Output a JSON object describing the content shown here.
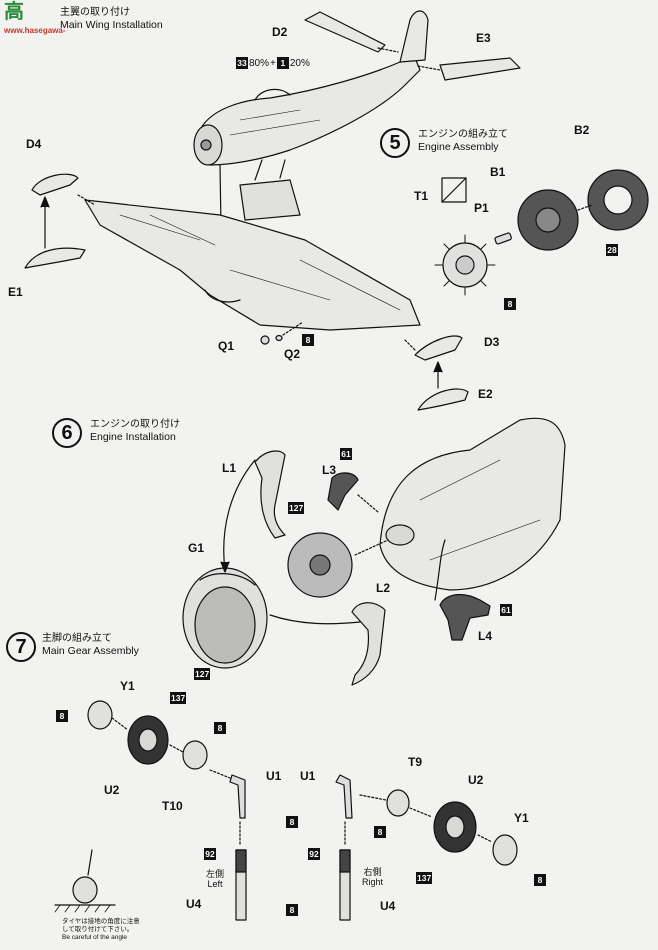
{
  "watermark": {
    "logo_text": "高",
    "site": "www.hasegawa-"
  },
  "step4": {
    "title_jp": "主翼の取り付け",
    "title_en": "Main Wing Installation"
  },
  "paint_mix": {
    "code_a": "33",
    "pct_a": "80%",
    "plus": "+",
    "code_b": "1",
    "pct_b": "20%"
  },
  "step5": {
    "number": "5",
    "title_jp": "エンジンの組み立て",
    "title_en": "Engine Assembly"
  },
  "step6": {
    "number": "6",
    "title_jp": "エンジンの取り付け",
    "title_en": "Engine Installation"
  },
  "step7": {
    "number": "7",
    "title_jp": "主脚の組み立て",
    "title_en": "Main Gear Assembly"
  },
  "parts": {
    "D2": "D2",
    "E3": "E3",
    "D4": "D4",
    "E1": "E1",
    "Q1": "Q1",
    "Q2": "Q2",
    "D3": "D3",
    "E2": "E2",
    "B1": "B1",
    "B2": "B2",
    "T1": "T1",
    "P1": "P1",
    "L1": "L1",
    "L3": "L3",
    "G1": "G1",
    "L2": "L2",
    "L4": "L4",
    "Y1a": "Y1",
    "U2a": "U2",
    "T10": "T10",
    "U1a": "U1",
    "U1b": "U1",
    "T9": "T9",
    "U2b": "U2",
    "Y1b": "Y1",
    "U4a": "U4",
    "U4b": "U4"
  },
  "paint_codes": {
    "q2": "8",
    "b1": "28",
    "t1": "8",
    "l1": "127",
    "l3": "61",
    "g1": "127",
    "l4": "61",
    "y1a": "8",
    "u2a": "137",
    "t10": "8",
    "u1a": "8",
    "u1b": "8",
    "t9": "8",
    "u2b": "137",
    "y1b": "8",
    "u4left": "92",
    "u4right": "92",
    "u4mid": "8"
  },
  "labels": {
    "left_jp": "左側",
    "left_en": "Left",
    "right_jp": "右側",
    "right_en": "Right"
  },
  "caution": {
    "line1": "タイヤは接地の角度に注意",
    "line2": "して取り付けて下さい。",
    "line3": "Be careful of the angle"
  },
  "colors": {
    "ink": "#111111",
    "paper": "#f2f2f0",
    "logo_green": "#2a8d3a",
    "logo_red": "#c0392b"
  }
}
